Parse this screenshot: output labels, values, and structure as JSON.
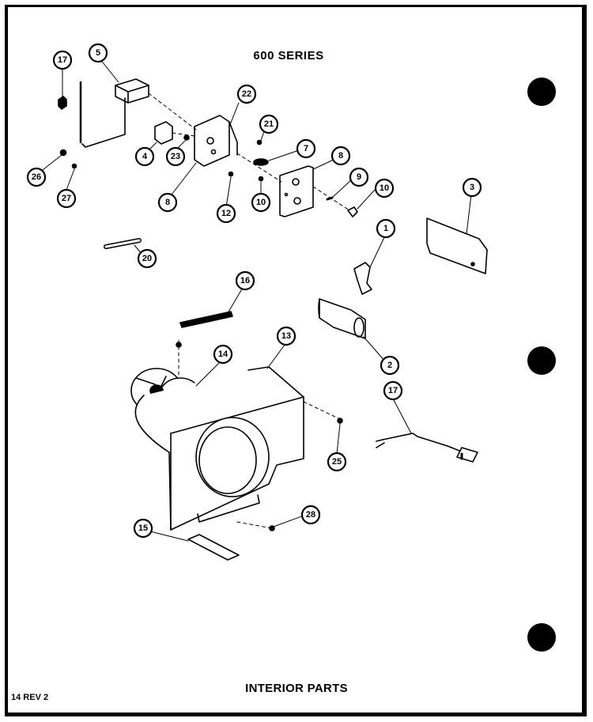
{
  "header": {
    "title": "600 SERIES"
  },
  "footer": {
    "title": "INTERIOR PARTS",
    "page_code": "14 REV 2"
  },
  "callouts": {
    "c17a": "17",
    "c5": "5",
    "c22": "22",
    "c21": "21",
    "c4": "4",
    "c23": "23",
    "c7": "7",
    "c8a": "8",
    "c8b": "8",
    "c9": "9",
    "c10a": "10",
    "c10b": "10",
    "c12": "12",
    "c26": "26",
    "c27": "27",
    "c3": "3",
    "c20": "20",
    "c1": "1",
    "c16": "16",
    "c13": "13",
    "c14": "14",
    "c2": "2",
    "c17b": "17",
    "c25": "25",
    "c15": "15",
    "c28": "28"
  }
}
